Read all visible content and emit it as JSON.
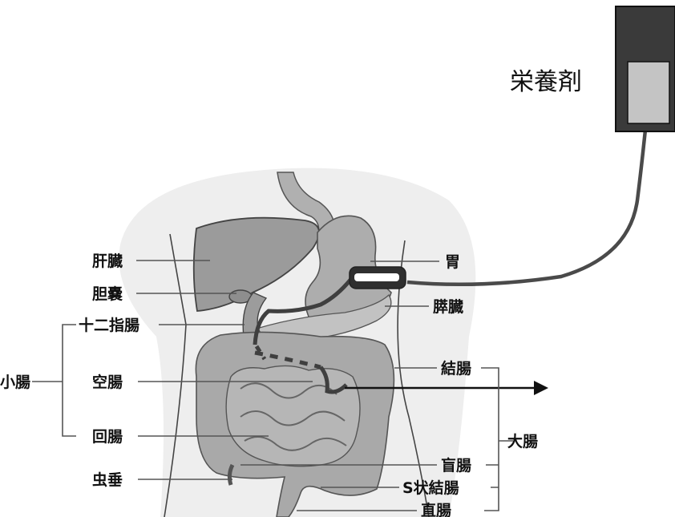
{
  "title": "栄養剤",
  "labels": {
    "liver": "肝臓",
    "gallbladder": "胆嚢",
    "duodenum": "十二指腸",
    "small_intestine": "小腸",
    "jejunum": "空腸",
    "ileum": "回腸",
    "appendix": "虫垂",
    "stomach": "胃",
    "pancreas": "膵臓",
    "colon": "結腸",
    "large_intestine": "大腸",
    "cecum": "盲腸",
    "sigmoid_colon": "S状結腸",
    "rectum": "直腸"
  },
  "colors": {
    "organ": "#a7a7a7",
    "organ_dark": "#8d8d8d",
    "tube": "#555555",
    "bag_outer": "#333333",
    "bag_inner": "#c4c4c4"
  }
}
